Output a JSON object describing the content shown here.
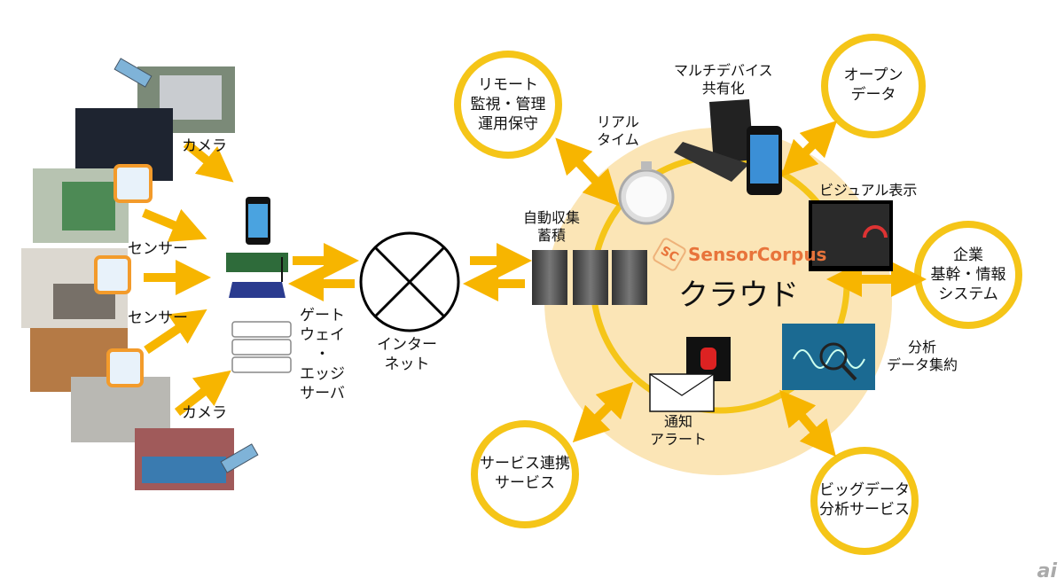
{
  "colors": {
    "arrow": "#f7b500",
    "ring": "#f5c518",
    "cloud_fill": "#fbe5b6",
    "logo": "#e8743b"
  },
  "left": {
    "camera_top": "カメラ",
    "sensor_1": "センサー",
    "sensor_2": "センサー",
    "camera_bottom": "カメラ",
    "gateway": "ゲート\nウェイ\n・\nエッジ\nサーバ"
  },
  "internet": "インター\nネット",
  "cloud": {
    "logo_text": "SensorCorpus",
    "logo_mark": "SC",
    "title": "クラウド",
    "realtime": "リアル\nタイム",
    "multi_device": "マルチデバイス\n共有化",
    "visual": "ビジュアル表示",
    "storage": "自動収集\n蓄積",
    "notify": "通知\nアラート",
    "analysis": "分析\nデータ集約"
  },
  "outer": {
    "remote": "リモート\n監視・管理\n運用保守",
    "open_data": "オープン\nデータ",
    "enterprise": "企業\n基幹・情報\nシステム",
    "bigdata": "ビッグデータ\n分析サービス",
    "service": "サービス連携\nサービス"
  },
  "watermark": "ai"
}
